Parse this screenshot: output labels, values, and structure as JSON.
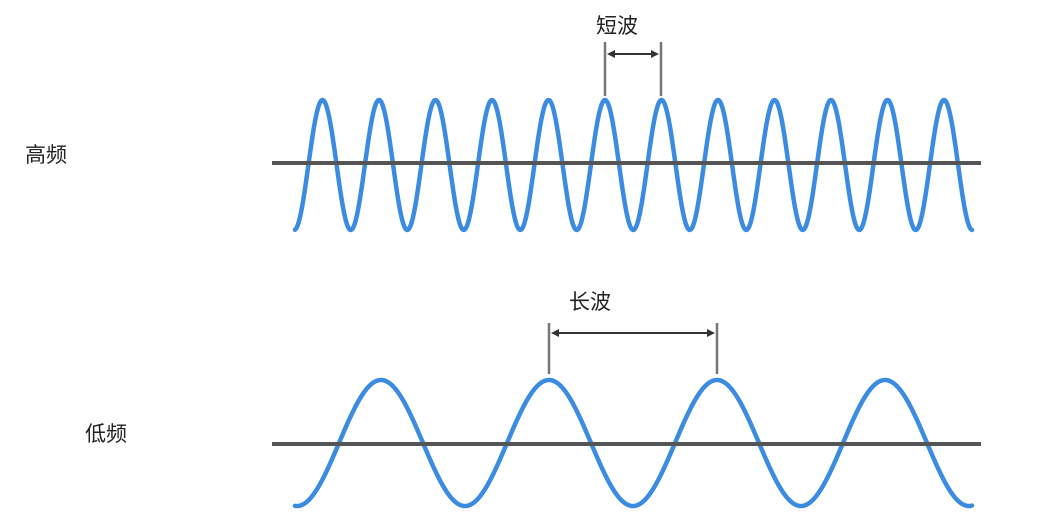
{
  "colors": {
    "wave": "#3b8be0",
    "axis": "#555555",
    "text": "#222222"
  },
  "panels": [
    {
      "id": "high",
      "label": "高频",
      "wavelength_label": "短波"
    },
    {
      "id": "low",
      "label": "低频",
      "wavelength_label": "长波"
    }
  ]
}
